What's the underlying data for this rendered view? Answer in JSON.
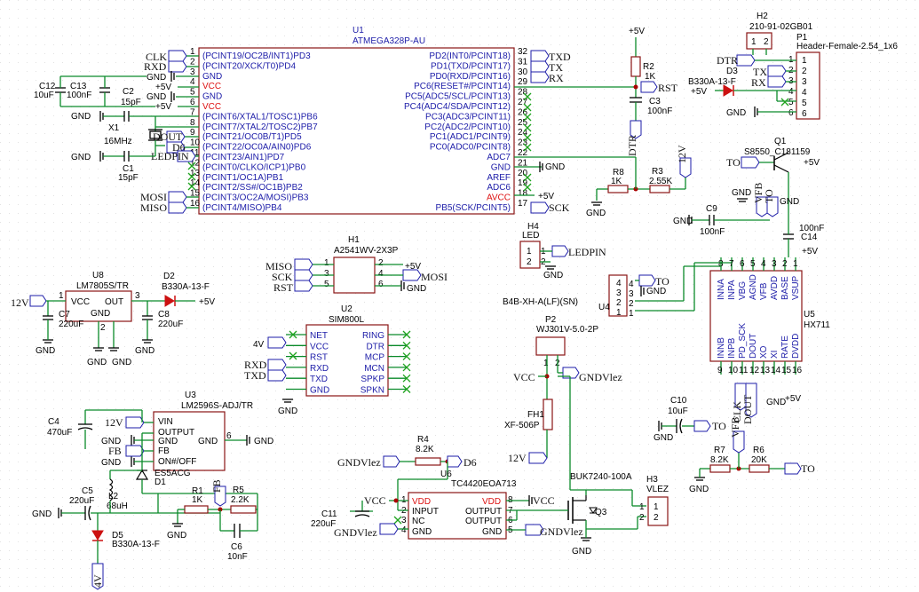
{
  "u1": {
    "ref": "U1",
    "part": "ATMEGA328P-AU",
    "left_pins": [
      {
        "num": "1",
        "name": "(PCINT19/OC2B/INT1)PD3",
        "net": "CLK"
      },
      {
        "num": "2",
        "name": "(PCINT20/XCK/T0)PD4",
        "net": "RXD"
      },
      {
        "num": "3",
        "name": "GND",
        "net": "GND"
      },
      {
        "num": "4",
        "name": "VCC",
        "net": "+5V"
      },
      {
        "num": "5",
        "name": "GND",
        "net": "GND"
      },
      {
        "num": "6",
        "name": "VCC",
        "net": "+5V"
      },
      {
        "num": "7",
        "name": "(PCINT6/XTAL1/TOSC1)PB6",
        "net": ""
      },
      {
        "num": "8",
        "name": "(PCINT7/XTAL2/TOSC2)PB7",
        "net": ""
      },
      {
        "num": "9",
        "name": "(PCINT21/OC0B/T1)PD5",
        "net": "DOUT"
      },
      {
        "num": "10",
        "name": "(PCINT22/OC0A/AIN0)PD6",
        "net": "D6"
      },
      {
        "num": "11",
        "name": "(PCINT23/AIN1)PD7",
        "net": "LEDPIN"
      },
      {
        "num": "12",
        "name": "(PCINT0/CLKO/ICP1)PB0",
        "net": ""
      },
      {
        "num": "13",
        "name": "(PCINT1/OC1A)PB1",
        "net": ""
      },
      {
        "num": "14",
        "name": "(PCINT2/SS#/OC1B)PB2",
        "net": ""
      },
      {
        "num": "15",
        "name": "(PCINT3/OC2A/MOSI)PB3",
        "net": "MOSI"
      },
      {
        "num": "16",
        "name": "(PCINT4/MISO)PB4",
        "net": "MISO"
      }
    ],
    "right_pins": [
      {
        "num": "32",
        "name": "PD2(INT0/PCINT18)",
        "net": "TXD"
      },
      {
        "num": "31",
        "name": "PD1(TXD/PCINT17)",
        "net": "TX"
      },
      {
        "num": "30",
        "name": "PD0(RXD/PCINT16)",
        "net": "RX"
      },
      {
        "num": "29",
        "name": "PC6(RESET#/PCINT14)",
        "net": ""
      },
      {
        "num": "28",
        "name": "PC5(ADC5/SCL/PCINT13)",
        "net": ""
      },
      {
        "num": "27",
        "name": "PC4(ADC4/SDA/PCINT12)",
        "net": ""
      },
      {
        "num": "26",
        "name": "PC3(ADC3/PCINT11)",
        "net": ""
      },
      {
        "num": "25",
        "name": "PC2(ADC2/PCINT10)",
        "net": ""
      },
      {
        "num": "24",
        "name": "PC1(ADC1/PCINT9)",
        "net": ""
      },
      {
        "num": "23",
        "name": "PC0(ADC0/PCINT8)",
        "net": ""
      },
      {
        "num": "22",
        "name": "ADC7",
        "net": ""
      },
      {
        "num": "21",
        "name": "GND",
        "net": "GND"
      },
      {
        "num": "20",
        "name": "AREF",
        "net": ""
      },
      {
        "num": "19",
        "name": "ADC6",
        "net": ""
      },
      {
        "num": "18",
        "name": "AVCC",
        "net": "+5V"
      },
      {
        "num": "17",
        "name": "PB5(SCK/PCINT5)",
        "net": "SCK"
      }
    ]
  },
  "labels": {
    "c12": "C12",
    "c12v": "10uF",
    "c13": "C13",
    "c13v": "100nF",
    "c2": "C2",
    "c2v": "15pF",
    "x1": "X1",
    "x1v": "16MHz",
    "c1": "C1",
    "c1v": "15pF",
    "r2": "R2",
    "r2v": "1K",
    "c3": "C3",
    "c3v": "100nF",
    "dtr": "DTR",
    "rst": "RST",
    "h2": "H2",
    "h2p": "210-91-02GB01",
    "p1": "P1",
    "p1p": "Header-Female-2.54_1x6",
    "d3": "D3",
    "d3p": "B330A-13-F",
    "q1": "Q1",
    "q1p": "S8550_C181159",
    "to": "TO",
    "r8": "R8",
    "r8v": "1K",
    "r3": "R3",
    "r3v": "2.55K",
    "v12": "12V",
    "c9": "C9",
    "c9v": "100nF",
    "c14": "C14",
    "c14v": "100nF",
    "h4": "H4",
    "h4p": "LED",
    "ledpin": "LEDPIN",
    "h1": "H1",
    "h1p": "A2541WV-2X3P",
    "u2": "U2",
    "u2p": "SIM800L",
    "u8": "U8",
    "u8p": "LM7805S/TR",
    "d2": "D2",
    "d2p": "B330A-13-F",
    "c7": "C7",
    "c7v": "220uF",
    "c8": "C8",
    "c8v": "220uF",
    "u4": "U4",
    "u4p": "B4B-XH-A(LF)(SN)",
    "p2": "P2",
    "p2p": "WJ301V-5.0-2P",
    "gndvlez": "GNDVlez",
    "vcc": "VCC",
    "fh1": "FH1",
    "fh1p": "XF-506P",
    "u5": "U5",
    "u5p": "HX711",
    "c10": "C10",
    "c10v": "10uF",
    "u3": "U3",
    "u3p": "LM2596S-ADJ/TR",
    "c4": "C4",
    "c4v": "470uF",
    "d1": "D1",
    "d1p": "ES5ACG",
    "c5": "C5",
    "c5v": "220uF",
    "l2": "L2",
    "l2v": "68uH",
    "r1": "R1",
    "r1v": "1K",
    "r5": "R5",
    "r5v": "2.2K",
    "c6": "C6",
    "c6v": "10nF",
    "d5": "D5",
    "d5p": "B330A-13-F",
    "v4": "4V",
    "r4": "R4",
    "r4v": "8.2K",
    "u6": "U6",
    "u6p": "TC4420EOA713",
    "d6": "D6",
    "c11": "C11",
    "c11v": "220uF",
    "q3": "Q3",
    "q3p": "BUK7240-100A",
    "h3": "H3",
    "h3p": "VLEZ",
    "r7": "R7",
    "r7v": "8.2K",
    "r6": "R6",
    "r6v": "20K",
    "gnd": "GND",
    "p5v": "+5V",
    "fb": "FB",
    "vfb": "VFB",
    "clk": "CLK",
    "dout": "DOUT"
  },
  "nets": {
    "clk": "CLK",
    "rxd": "RXD",
    "txd": "TXD",
    "tx": "TX",
    "rx": "RX",
    "dout": "DOUT",
    "d6": "D6",
    "ledpin": "LEDPIN",
    "mosi": "MOSI",
    "miso": "MISO",
    "sck": "SCK",
    "rst": "RST"
  },
  "colors": {
    "wire": "#0a8a2a",
    "body": "#8a1414",
    "pin_text": "#1c1ca8",
    "power_pin": "#d11111"
  }
}
